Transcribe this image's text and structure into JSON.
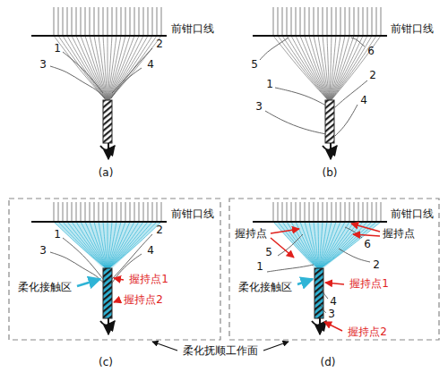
{
  "diagram": {
    "labels": [
      "前钳口线",
      "1",
      "2",
      "3",
      "4",
      "(a)",
      "前钳口线",
      "5",
      "6",
      "1",
      "2",
      "3",
      "4",
      "(b)",
      "前钳口线",
      "1",
      "2",
      "3",
      "4",
      "柔化接触区",
      "握持点1",
      "握持点2",
      "前钳口线",
      "握持点",
      "握持点",
      "5",
      "6",
      "1",
      "2",
      "柔化接触区",
      "握持点1",
      "4",
      "3",
      "握持点2",
      "柔化抚顺工作面",
      "(c)",
      "(d)"
    ]
  }
}
